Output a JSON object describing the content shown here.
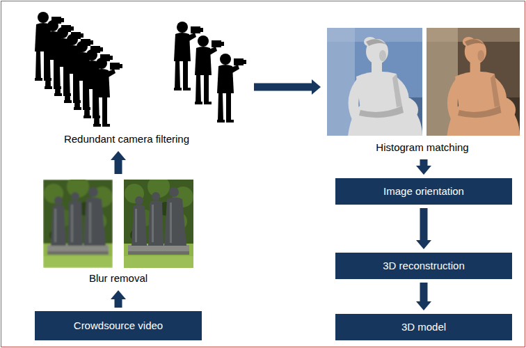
{
  "diagram": {
    "nodes": [
      {
        "text": [
          "Crowdsource video"
        ]
      },
      {
        "text": [
          "Blur removal"
        ]
      },
      {
        "text": [
          "Redundant camera filtering"
        ]
      },
      {
        "text": [
          "Histogram matching"
        ]
      },
      {
        "text": [
          "Image orientation"
        ]
      },
      {
        "text": [
          "3D reconstruction"
        ]
      },
      {
        "text": [
          "3D model"
        ]
      }
    ],
    "edges": [
      {
        "from": 0,
        "to": 1,
        "arrow": "to"
      },
      {
        "from": 1,
        "to": 2,
        "arrow": "to"
      },
      {
        "from": 2,
        "to": 3,
        "arrow": "to"
      },
      {
        "from": 3,
        "to": 4,
        "arrow": "to"
      },
      {
        "from": 4,
        "to": 5,
        "arrow": "to"
      },
      {
        "from": 5,
        "to": 6,
        "arrow": "to"
      }
    ]
  }
}
